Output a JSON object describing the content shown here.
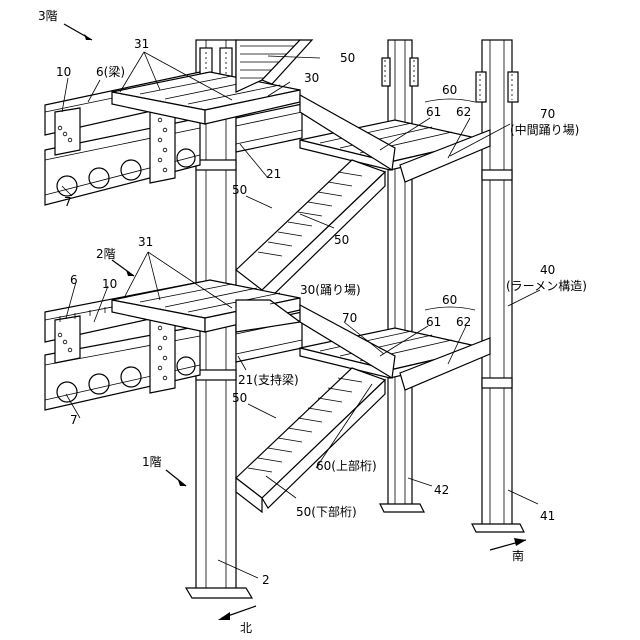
{
  "floors": {
    "f3": "3階",
    "f2": "2階",
    "f1": "1階"
  },
  "labels": {
    "l31a": "31",
    "l10a": "10",
    "l6a": "6(梁)",
    "l50a": "50",
    "l30a": "30",
    "l60a": "60",
    "l61a": "61",
    "l62a": "62",
    "l70a": "70",
    "l70ab": "(中間踊り場)",
    "l7a": "7",
    "l21a": "21",
    "l50b": "50",
    "l50c": "50",
    "l31b": "31",
    "l6b": "6",
    "l10b": "10",
    "l30b": "30(踊り場)",
    "l40": "40",
    "l40b": "(ラーメン構造)",
    "l60b": "60",
    "l61b": "61",
    "l62b": "62",
    "l70b": "70",
    "l21b": "21(支持梁)",
    "l7b": "7",
    "l50d": "50",
    "l60c": "60(上部桁)",
    "l42": "42",
    "l50e": "50(下部桁)",
    "l41": "41",
    "l2": "2"
  },
  "compass": {
    "north": "北",
    "south": "南"
  }
}
